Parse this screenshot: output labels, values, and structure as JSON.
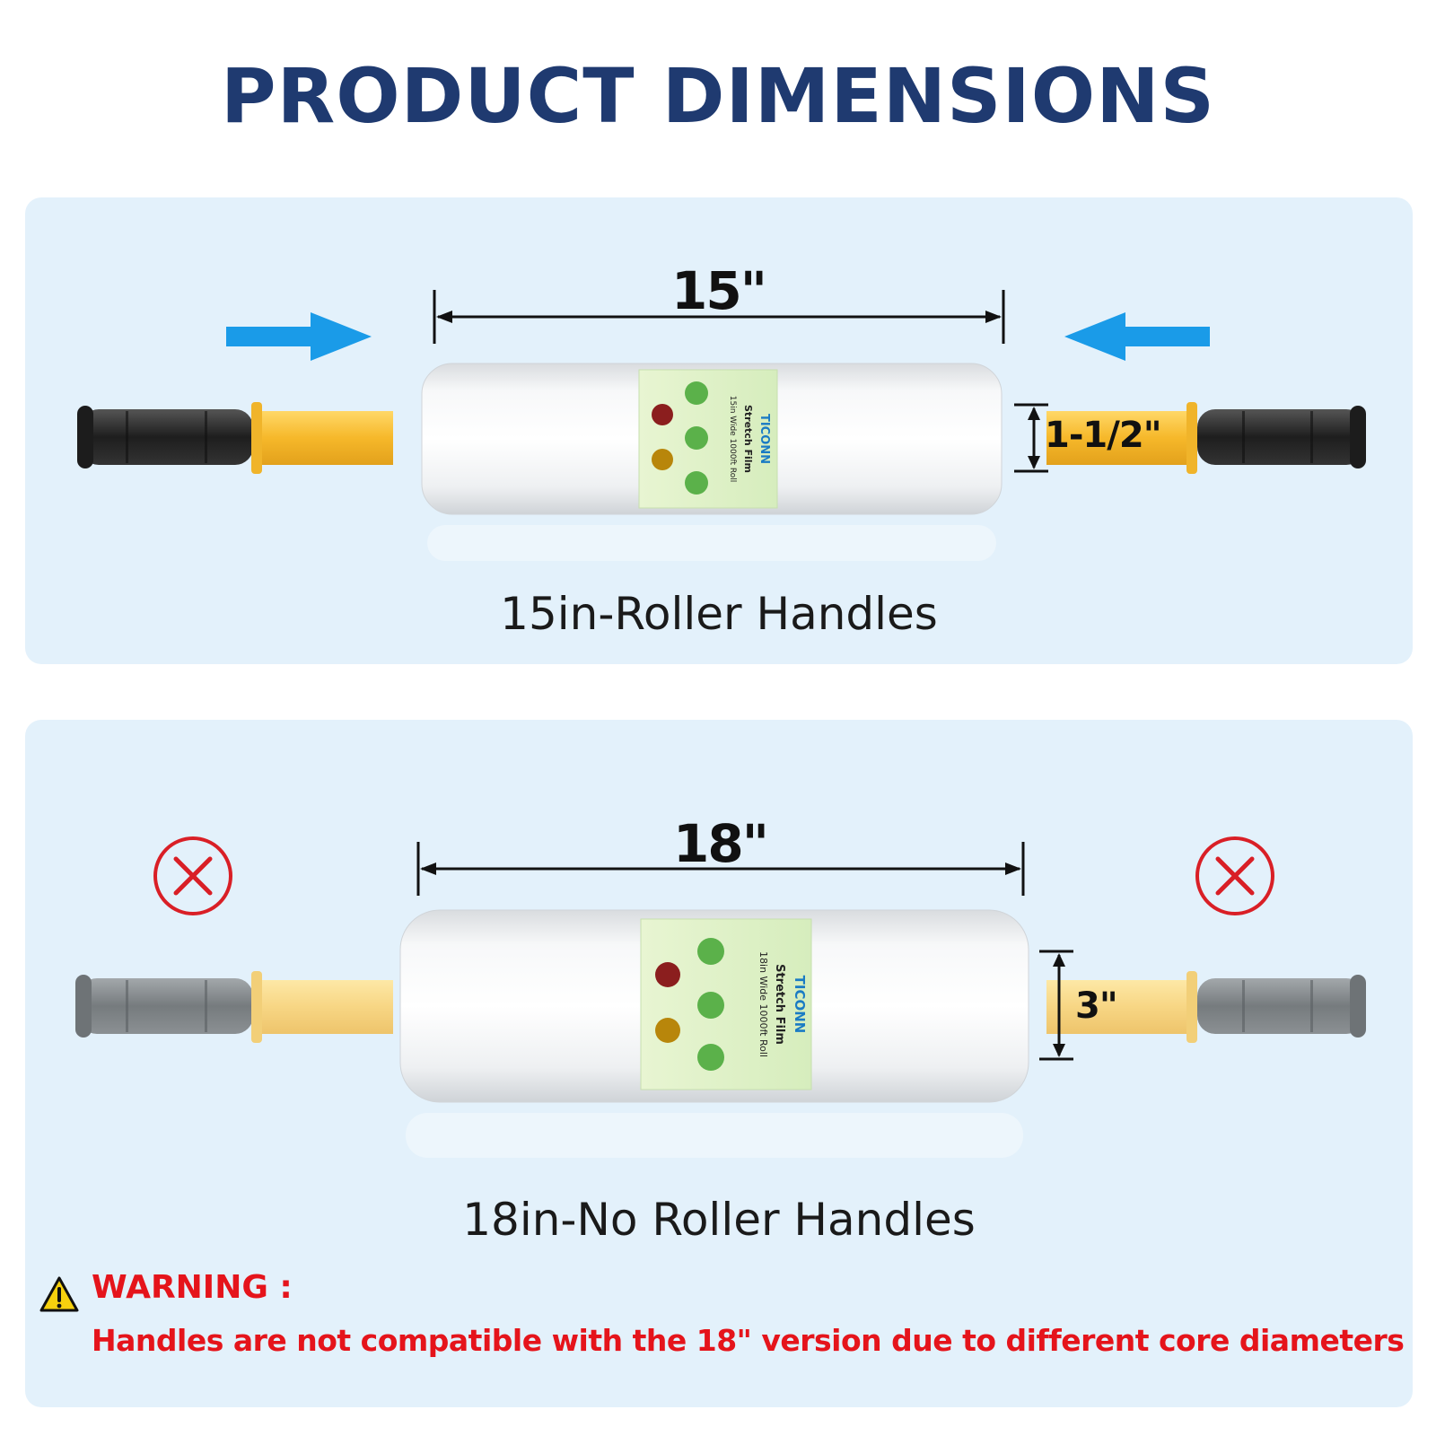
{
  "title": "PRODUCT DIMENSIONS",
  "section1": {
    "width_label": "15\"",
    "core_label": "1-1/2\"",
    "caption": "15in-Roller Handles",
    "label": {
      "brand": "TICONN",
      "product": "Stretch Film",
      "spec": "15in Wide 1000ft Roll"
    }
  },
  "section2": {
    "width_label": "18\"",
    "core_label": "3\"",
    "caption": "18in-No Roller Handles",
    "label": {
      "brand": "TICONN",
      "product": "Stretch Film",
      "spec": "18in Wide 1000ft Roll"
    }
  },
  "warning": {
    "title": "WARNING :",
    "text": "Handles are not compatible with the 18\" version due to different core diameters"
  },
  "colors": {
    "title": "#1f3a70",
    "panel": "#e3f1fb",
    "arrow_blue": "#1a9be8",
    "handle_yellow": "#f7c23a",
    "handle_black": "#2b2b2b",
    "handle_gray": "#7f8487",
    "warning_red": "#e5141b"
  },
  "icons": [
    "arrow-right-icon",
    "arrow-left-icon",
    "x-circle-icon",
    "warning-triangle-icon"
  ]
}
